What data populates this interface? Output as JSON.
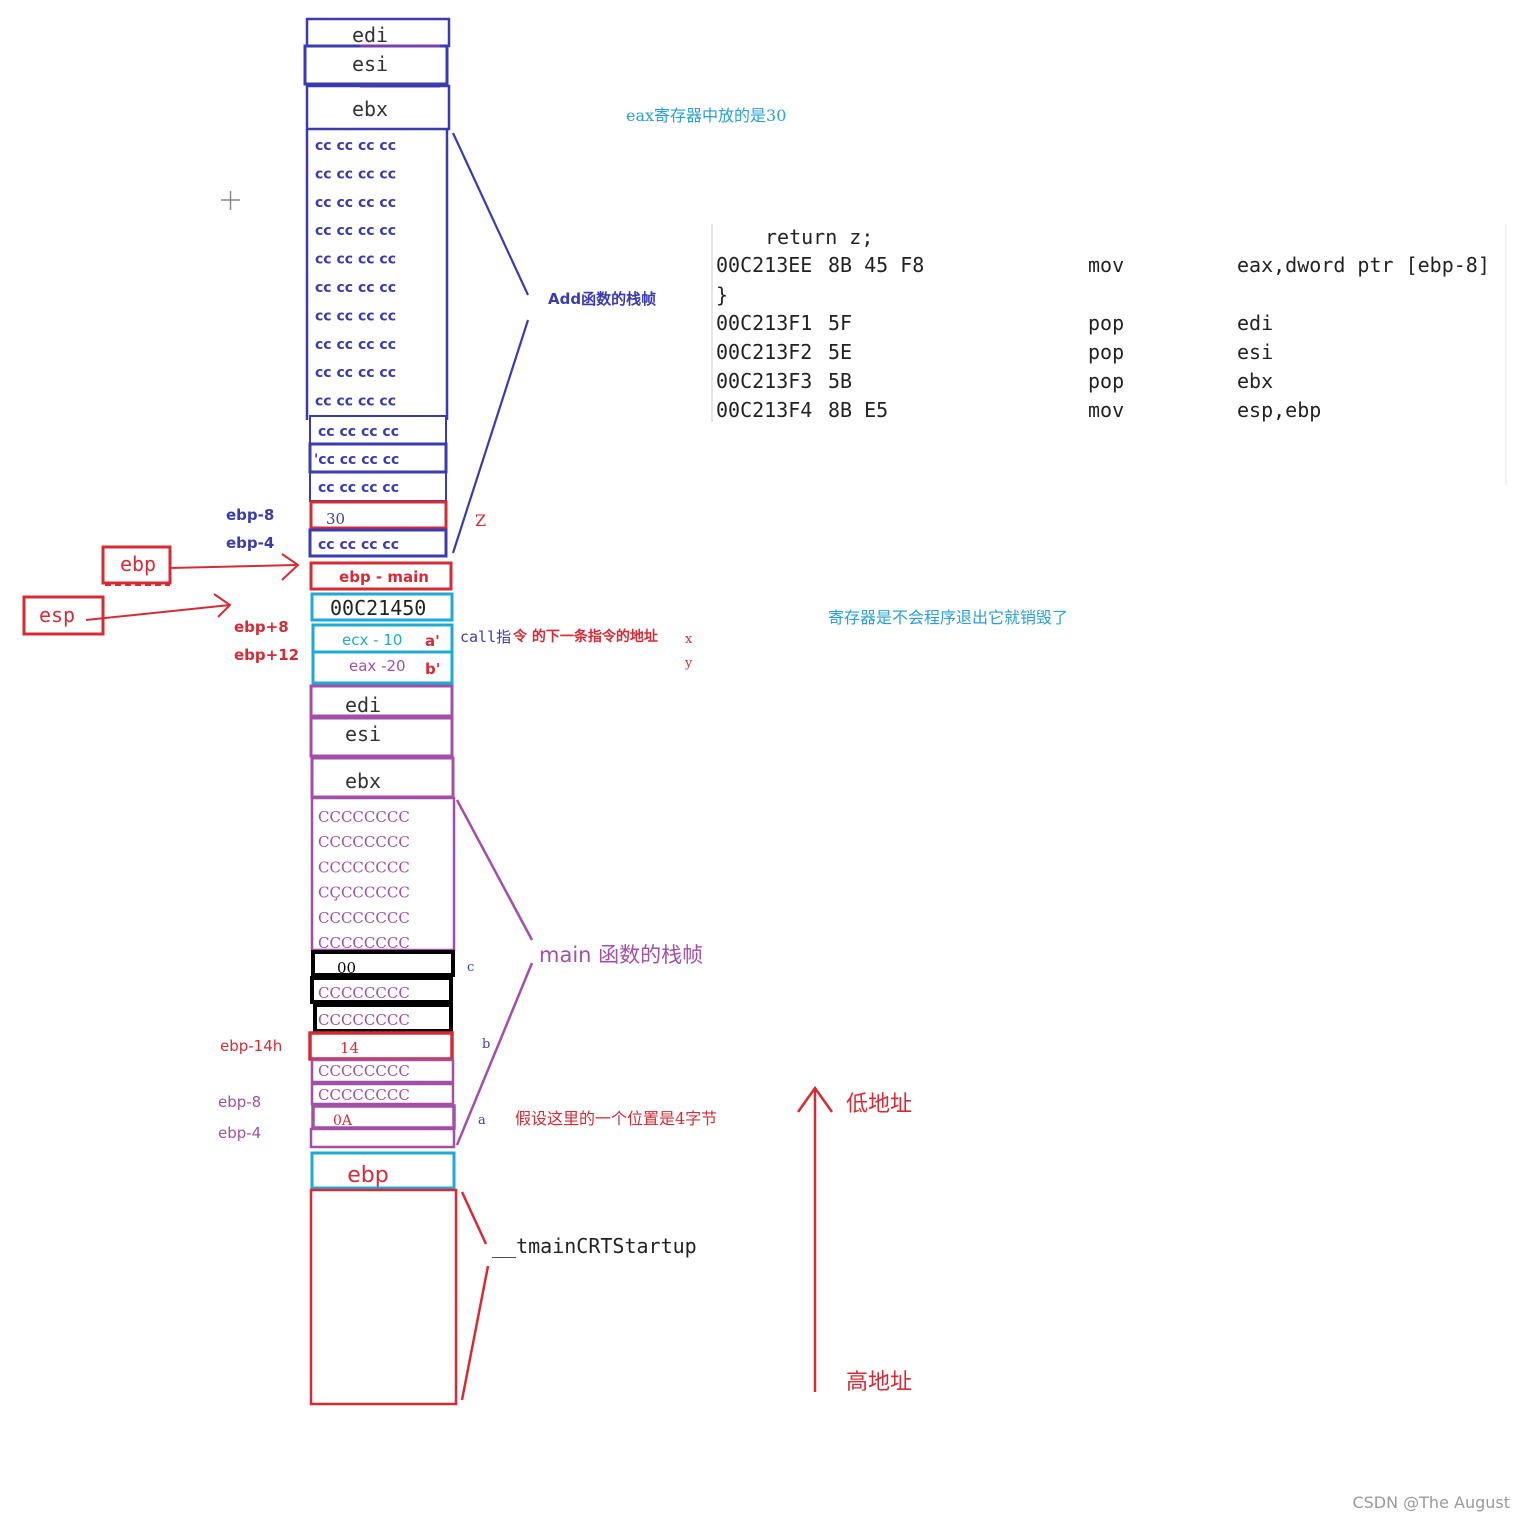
{
  "colors": {
    "blue_frame": "#3b3bb0",
    "red": "#d62b35",
    "cyan": "#1fa9d6",
    "purple": "#a24fa8",
    "black": "#000000",
    "note_blue": "#2a9fd6",
    "text_dark": "#222222"
  },
  "add_frame": {
    "top_cells": [
      "edi",
      "esi",
      "ebx"
    ],
    "cc_cells": [
      "cc cc cc cc",
      "cc cc cc cc",
      "cc cc cc cc",
      "cc cc cc cc",
      "cc cc cc cc",
      "cc cc cc cc",
      "cc cc cc cc",
      "cc cc cc cc",
      "cc cc cc cc",
      "cc cc cc cc"
    ],
    "lower_cells": [
      "cc cc cc cc",
      "'cc cc cc cc",
      "cc cc cc cc"
    ],
    "z_cell": "30",
    "last_cell": "cc cc cc cc",
    "brace_label": "Add函数的栈帧",
    "z_label": "Z",
    "ebp_minus_8": "ebp-8",
    "ebp_minus_4": "ebp-4"
  },
  "call_area": {
    "ebp_main": "ebp - main",
    "ret_addr": "00C21450",
    "ecx_cell": "ecx - 10",
    "ecx_tag": "a'",
    "eax_cell": "eax -20",
    "eax_tag": "b'",
    "ebp_plus_8": "ebp+8",
    "ebp_plus_12": "ebp+12",
    "call_note_prefix": "call指",
    "call_note_suffix": "令 的下一条指令的地址",
    "x_label": "x",
    "y_label": "y",
    "ebp_box": "ebp",
    "esp_box": "esp"
  },
  "main_frame": {
    "top_cells": [
      "edi",
      "esi",
      "ebx"
    ],
    "cc_cells": [
      "CCCCCCCC",
      "CCCCCCCC",
      "CCCCCCCC",
      "CÇCCCCCC",
      "CCCCCCCC",
      "CCCCCCCC"
    ],
    "c_cell": "00",
    "black_cells": [
      "CCCCCCCC",
      "CCCCCCCC"
    ],
    "b_cell": "14",
    "after_b_cells": [
      "CCCCCCCC",
      "CCCCCCCC"
    ],
    "a_cell": "0A",
    "brace_label": "main 函数的栈帧",
    "c_label": "c",
    "b_label": "b",
    "a_label": "a",
    "ebp_minus_14h": "ebp-14h",
    "ebp_minus_8": "ebp-8",
    "ebp_minus_4": "ebp-4",
    "assume_note": "假设这里的一个位置是4字节",
    "ebp_cell": "ebp"
  },
  "startup": {
    "label": "__tmainCRTStartup"
  },
  "notes": {
    "eax_note": "eax寄存器中放的是30",
    "register_note": "寄存器是不会程序退出它就销毁了",
    "low_addr": "低地址",
    "high_addr": "高地址",
    "crosshair": "+"
  },
  "disasm": {
    "source_line": "return z;",
    "brace_close": "}",
    "rows": [
      {
        "addr": "00C213EE",
        "bytes": "8B 45 F8",
        "op": "mov",
        "args": "eax,dword ptr [ebp-8]"
      },
      {
        "addr": "00C213F1",
        "bytes": "5F",
        "op": "pop",
        "args": "edi"
      },
      {
        "addr": "00C213F2",
        "bytes": "5E",
        "op": "pop",
        "args": "esi"
      },
      {
        "addr": "00C213F3",
        "bytes": "5B",
        "op": "pop",
        "args": "ebx"
      },
      {
        "addr": "00C213F4",
        "bytes": "8B E5",
        "op": "mov",
        "args": "esp,ebp"
      }
    ]
  },
  "watermark": "CSDN @The    August"
}
